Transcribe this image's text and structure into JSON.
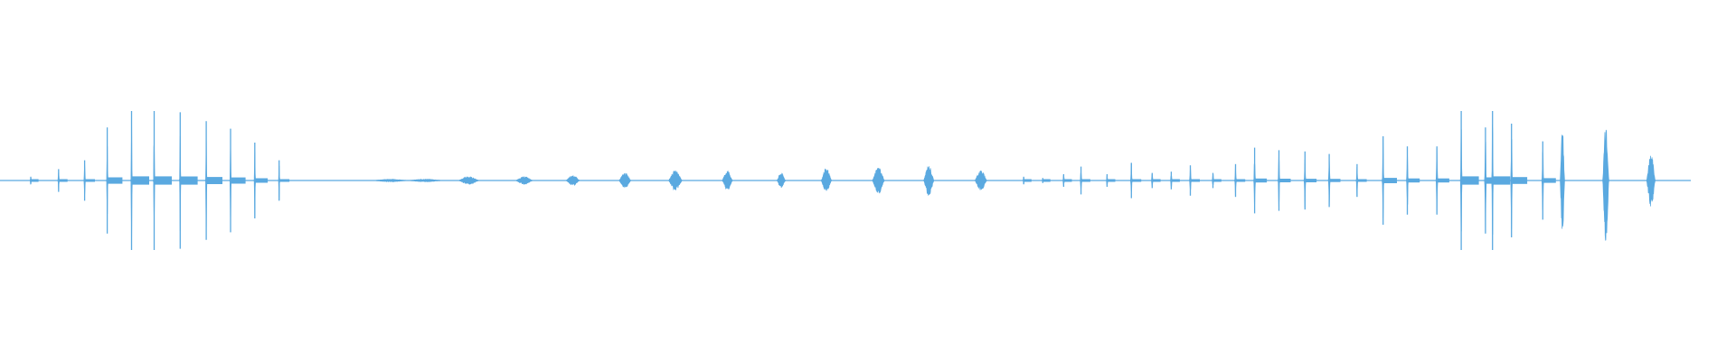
{
  "waveform": {
    "color": "#5aa9e0",
    "background": "#ffffff",
    "duration_fraction_with_audio": 0.975,
    "bursts": [
      {
        "t": 0.018,
        "amp": 0.03,
        "w": 0.0018,
        "shape": "spike"
      },
      {
        "t": 0.034,
        "amp": 0.09,
        "w": 0.0016,
        "shape": "spike"
      },
      {
        "t": 0.049,
        "amp": 0.16,
        "w": 0.0016,
        "shape": "spike"
      },
      {
        "t": 0.062,
        "amp": 0.42,
        "w": 0.0014,
        "shape": "spike"
      },
      {
        "t": 0.076,
        "amp": 0.55,
        "w": 0.0014,
        "shape": "spike"
      },
      {
        "t": 0.089,
        "amp": 0.55,
        "w": 0.0014,
        "shape": "spike"
      },
      {
        "t": 0.104,
        "amp": 0.54,
        "w": 0.0014,
        "shape": "spike"
      },
      {
        "t": 0.119,
        "amp": 0.47,
        "w": 0.0014,
        "shape": "spike"
      },
      {
        "t": 0.133,
        "amp": 0.41,
        "w": 0.0014,
        "shape": "spike"
      },
      {
        "t": 0.147,
        "amp": 0.3,
        "w": 0.0014,
        "shape": "spike"
      },
      {
        "t": 0.161,
        "amp": 0.16,
        "w": 0.0014,
        "shape": "spike"
      },
      {
        "t": 0.225,
        "amp": 0.01,
        "w": 0.02,
        "shape": "blob"
      },
      {
        "t": 0.245,
        "amp": 0.01,
        "w": 0.02,
        "shape": "blob"
      },
      {
        "t": 0.27,
        "amp": 0.03,
        "w": 0.012,
        "shape": "blob"
      },
      {
        "t": 0.302,
        "amp": 0.03,
        "w": 0.01,
        "shape": "blob"
      },
      {
        "t": 0.33,
        "amp": 0.04,
        "w": 0.008,
        "shape": "blob"
      },
      {
        "t": 0.36,
        "amp": 0.06,
        "w": 0.007,
        "shape": "blob"
      },
      {
        "t": 0.389,
        "amp": 0.08,
        "w": 0.008,
        "shape": "blob"
      },
      {
        "t": 0.419,
        "amp": 0.08,
        "w": 0.006,
        "shape": "blob"
      },
      {
        "t": 0.45,
        "amp": 0.06,
        "w": 0.005,
        "shape": "blob"
      },
      {
        "t": 0.476,
        "amp": 0.1,
        "w": 0.006,
        "shape": "blob"
      },
      {
        "t": 0.506,
        "amp": 0.11,
        "w": 0.007,
        "shape": "blob"
      },
      {
        "t": 0.535,
        "amp": 0.12,
        "w": 0.006,
        "shape": "blob"
      },
      {
        "t": 0.565,
        "amp": 0.08,
        "w": 0.007,
        "shape": "blob"
      },
      {
        "t": 0.59,
        "amp": 0.03,
        "w": 0.002,
        "shape": "spike"
      },
      {
        "t": 0.601,
        "amp": 0.02,
        "w": 0.002,
        "shape": "spike"
      },
      {
        "t": 0.613,
        "amp": 0.05,
        "w": 0.002,
        "shape": "spike"
      },
      {
        "t": 0.623,
        "amp": 0.11,
        "w": 0.002,
        "shape": "spike"
      },
      {
        "t": 0.638,
        "amp": 0.05,
        "w": 0.002,
        "shape": "spike"
      },
      {
        "t": 0.652,
        "amp": 0.14,
        "w": 0.002,
        "shape": "spike"
      },
      {
        "t": 0.664,
        "amp": 0.06,
        "w": 0.002,
        "shape": "spike"
      },
      {
        "t": 0.675,
        "amp": 0.07,
        "w": 0.002,
        "shape": "spike"
      },
      {
        "t": 0.686,
        "amp": 0.12,
        "w": 0.002,
        "shape": "spike"
      },
      {
        "t": 0.699,
        "amp": 0.06,
        "w": 0.002,
        "shape": "spike"
      },
      {
        "t": 0.712,
        "amp": 0.13,
        "w": 0.002,
        "shape": "spike"
      },
      {
        "t": 0.723,
        "amp": 0.26,
        "w": 0.002,
        "shape": "spike"
      },
      {
        "t": 0.737,
        "amp": 0.24,
        "w": 0.002,
        "shape": "spike"
      },
      {
        "t": 0.752,
        "amp": 0.23,
        "w": 0.002,
        "shape": "spike"
      },
      {
        "t": 0.766,
        "amp": 0.21,
        "w": 0.002,
        "shape": "spike"
      },
      {
        "t": 0.782,
        "amp": 0.13,
        "w": 0.002,
        "shape": "spike"
      },
      {
        "t": 0.797,
        "amp": 0.35,
        "w": 0.002,
        "shape": "spike"
      },
      {
        "t": 0.811,
        "amp": 0.27,
        "w": 0.002,
        "shape": "spike"
      },
      {
        "t": 0.828,
        "amp": 0.27,
        "w": 0.002,
        "shape": "spike"
      },
      {
        "t": 0.842,
        "amp": 0.55,
        "w": 0.0018,
        "shape": "spike"
      },
      {
        "t": 0.856,
        "amp": 0.42,
        "w": 0.002,
        "shape": "spike"
      },
      {
        "t": 0.86,
        "amp": 0.55,
        "w": 0.0018,
        "shape": "spike"
      },
      {
        "t": 0.871,
        "amp": 0.45,
        "w": 0.002,
        "shape": "spike"
      },
      {
        "t": 0.889,
        "amp": 0.31,
        "w": 0.002,
        "shape": "spike"
      },
      {
        "t": 0.9,
        "amp": 0.47,
        "w": 0.0025,
        "shape": "blob"
      },
      {
        "t": 0.925,
        "amp": 0.51,
        "w": 0.0035,
        "shape": "blob"
      },
      {
        "t": 0.951,
        "amp": 0.22,
        "w": 0.005,
        "shape": "blob"
      }
    ]
  }
}
